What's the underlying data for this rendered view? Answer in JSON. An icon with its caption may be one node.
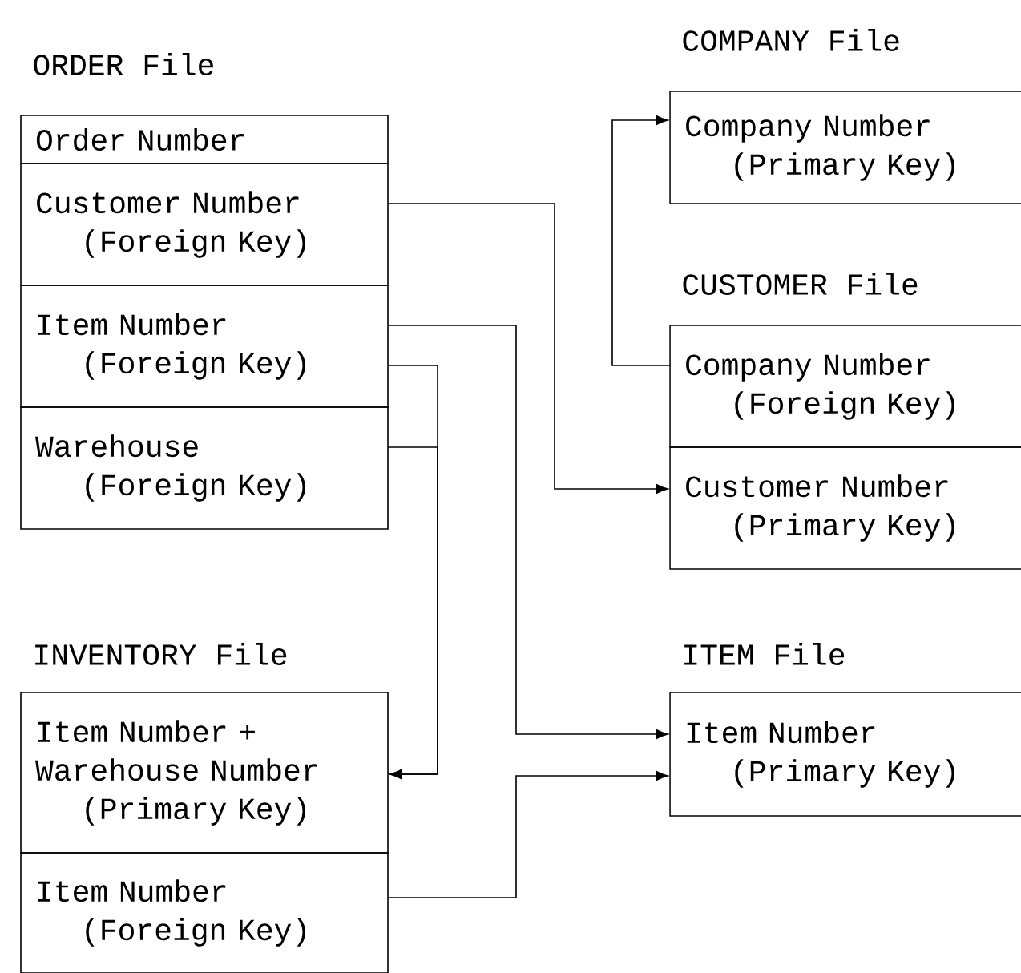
{
  "diagram": {
    "nodes": [
      {
        "text": [
          "Order Number"
        ]
      },
      {
        "text": [
          "Customer Number",
          "(Foreign Key)"
        ]
      },
      {
        "text": [
          "Item Number",
          "(Foreign Key)"
        ]
      },
      {
        "text": [
          "Warehouse",
          "(Foreign Key)"
        ]
      },
      {
        "text": [
          "Company Number",
          "(Primary Key)"
        ]
      },
      {
        "text": [
          "Company Number",
          "(Foreign Key)"
        ]
      },
      {
        "text": [
          "Customer Number",
          "(Primary Key)"
        ]
      },
      {
        "text": [
          "Item Number + Warehouse Number",
          "(Primary Key)"
        ]
      },
      {
        "text": [
          "Item Number",
          "(Foreign Key)"
        ]
      },
      {
        "text": [
          "Item Number",
          "(Primary Key)"
        ]
      }
    ],
    "edges": [
      {
        "from": 1,
        "to": 6,
        "arrow": "to"
      },
      {
        "from": 2,
        "to": 9,
        "arrow": "to"
      },
      {
        "from": 2,
        "to": 7,
        "arrow": "to"
      },
      {
        "from": 3,
        "to": 7,
        "arrow": "to"
      },
      {
        "from": 8,
        "to": 9,
        "arrow": "to"
      },
      {
        "from": 5,
        "to": 4,
        "arrow": "to"
      }
    ],
    "labels": [
      "ORDER File",
      "COMPANY File",
      "CUSTOMER File",
      "INVENTORY File",
      "ITEM File"
    ]
  }
}
